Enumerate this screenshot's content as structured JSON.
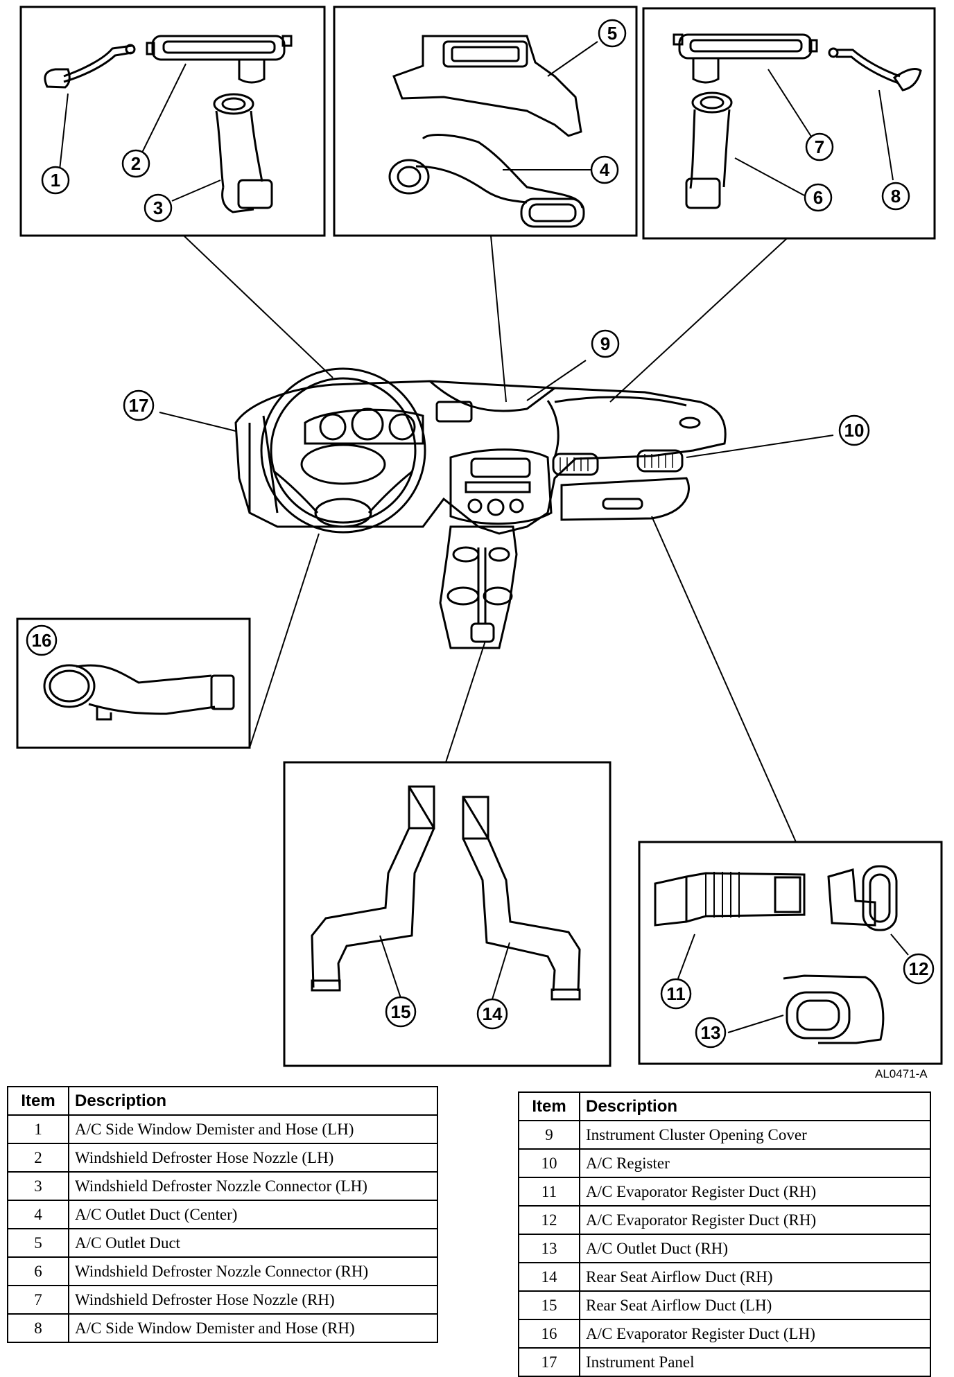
{
  "figure_code": "AL0471-A",
  "callouts": [
    "1",
    "2",
    "3",
    "4",
    "5",
    "6",
    "7",
    "8",
    "9",
    "10",
    "11",
    "12",
    "13",
    "14",
    "15",
    "16",
    "17"
  ],
  "legend_left": {
    "col_item": "Item",
    "col_desc": "Description",
    "rows": [
      {
        "item": "1",
        "desc": "A/C Side Window Demister and Hose (LH)"
      },
      {
        "item": "2",
        "desc": "Windshield Defroster Hose Nozzle (LH)"
      },
      {
        "item": "3",
        "desc": "Windshield Defroster Nozzle Connector (LH)"
      },
      {
        "item": "4",
        "desc": "A/C Outlet Duct (Center)"
      },
      {
        "item": "5",
        "desc": "A/C Outlet Duct"
      },
      {
        "item": "6",
        "desc": "Windshield Defroster Nozzle Connector (RH)"
      },
      {
        "item": "7",
        "desc": "Windshield Defroster Hose Nozzle (RH)"
      },
      {
        "item": "8",
        "desc": "A/C Side Window Demister and Hose (RH)"
      }
    ]
  },
  "legend_right": {
    "col_item": "Item",
    "col_desc": "Description",
    "rows": [
      {
        "item": "9",
        "desc": "Instrument Cluster Opening Cover"
      },
      {
        "item": "10",
        "desc": "A/C Register"
      },
      {
        "item": "11",
        "desc": "A/C Evaporator Register Duct (RH)"
      },
      {
        "item": "12",
        "desc": "A/C Evaporator Register Duct (RH)"
      },
      {
        "item": "13",
        "desc": "A/C Outlet Duct (RH)"
      },
      {
        "item": "14",
        "desc": "Rear Seat Airflow Duct (RH)"
      },
      {
        "item": "15",
        "desc": "Rear Seat Airflow Duct (LH)"
      },
      {
        "item": "16",
        "desc": "A/C Evaporator Register Duct (LH)"
      },
      {
        "item": "17",
        "desc": "Instrument Panel"
      }
    ]
  }
}
